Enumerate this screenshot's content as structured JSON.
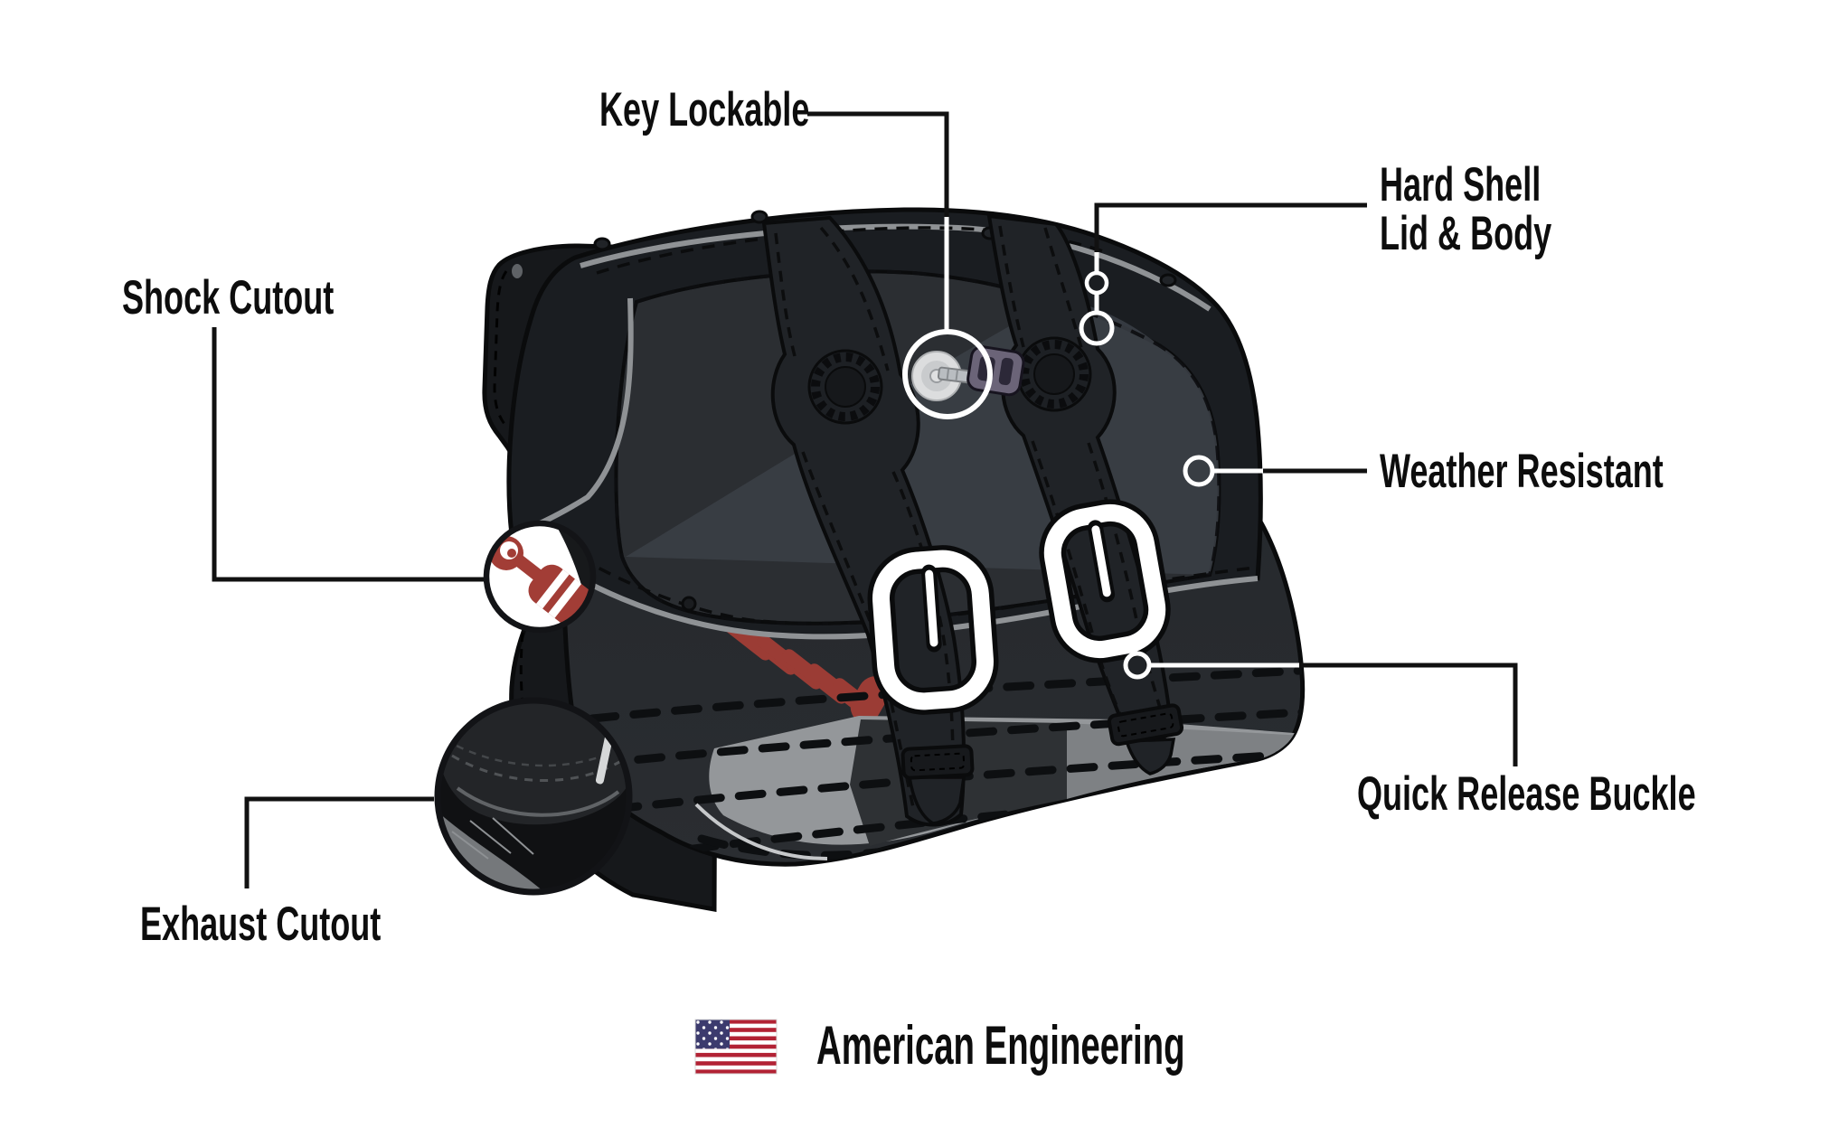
{
  "page": {
    "background": "#ffffff",
    "type": "product-feature-diagram",
    "product": "motorcycle saddlebag"
  },
  "callouts": {
    "key_lockable": {
      "label": "Key Lockable"
    },
    "hard_shell": {
      "label_line1": "Hard Shell",
      "label_line2": "Lid & Body"
    },
    "shock_cutout": {
      "label": "Shock Cutout"
    },
    "weather_resistant": {
      "label": "Weather Resistant"
    },
    "quick_release_buckle": {
      "label": "Quick Release Buckle"
    },
    "exhaust_cutout": {
      "label": "Exhaust Cutout"
    }
  },
  "footer": {
    "label": "American Engineering",
    "flag_icon": "usa-flag-icon"
  },
  "colors": {
    "text": "#0D0D0D",
    "callout_line": "#111111",
    "marker_ring": "#FFFFFF",
    "bag_black": "#17191C",
    "lid_panel": "#2B2E32",
    "lid_sheen": "#3B4046",
    "piping_gray": "#8F9295",
    "floor_gray": "#94979A",
    "shock_red": "#A23D36",
    "key_purple": "#6B6478",
    "flag_red": "#B22234",
    "flag_blue": "#3C3B6E"
  }
}
